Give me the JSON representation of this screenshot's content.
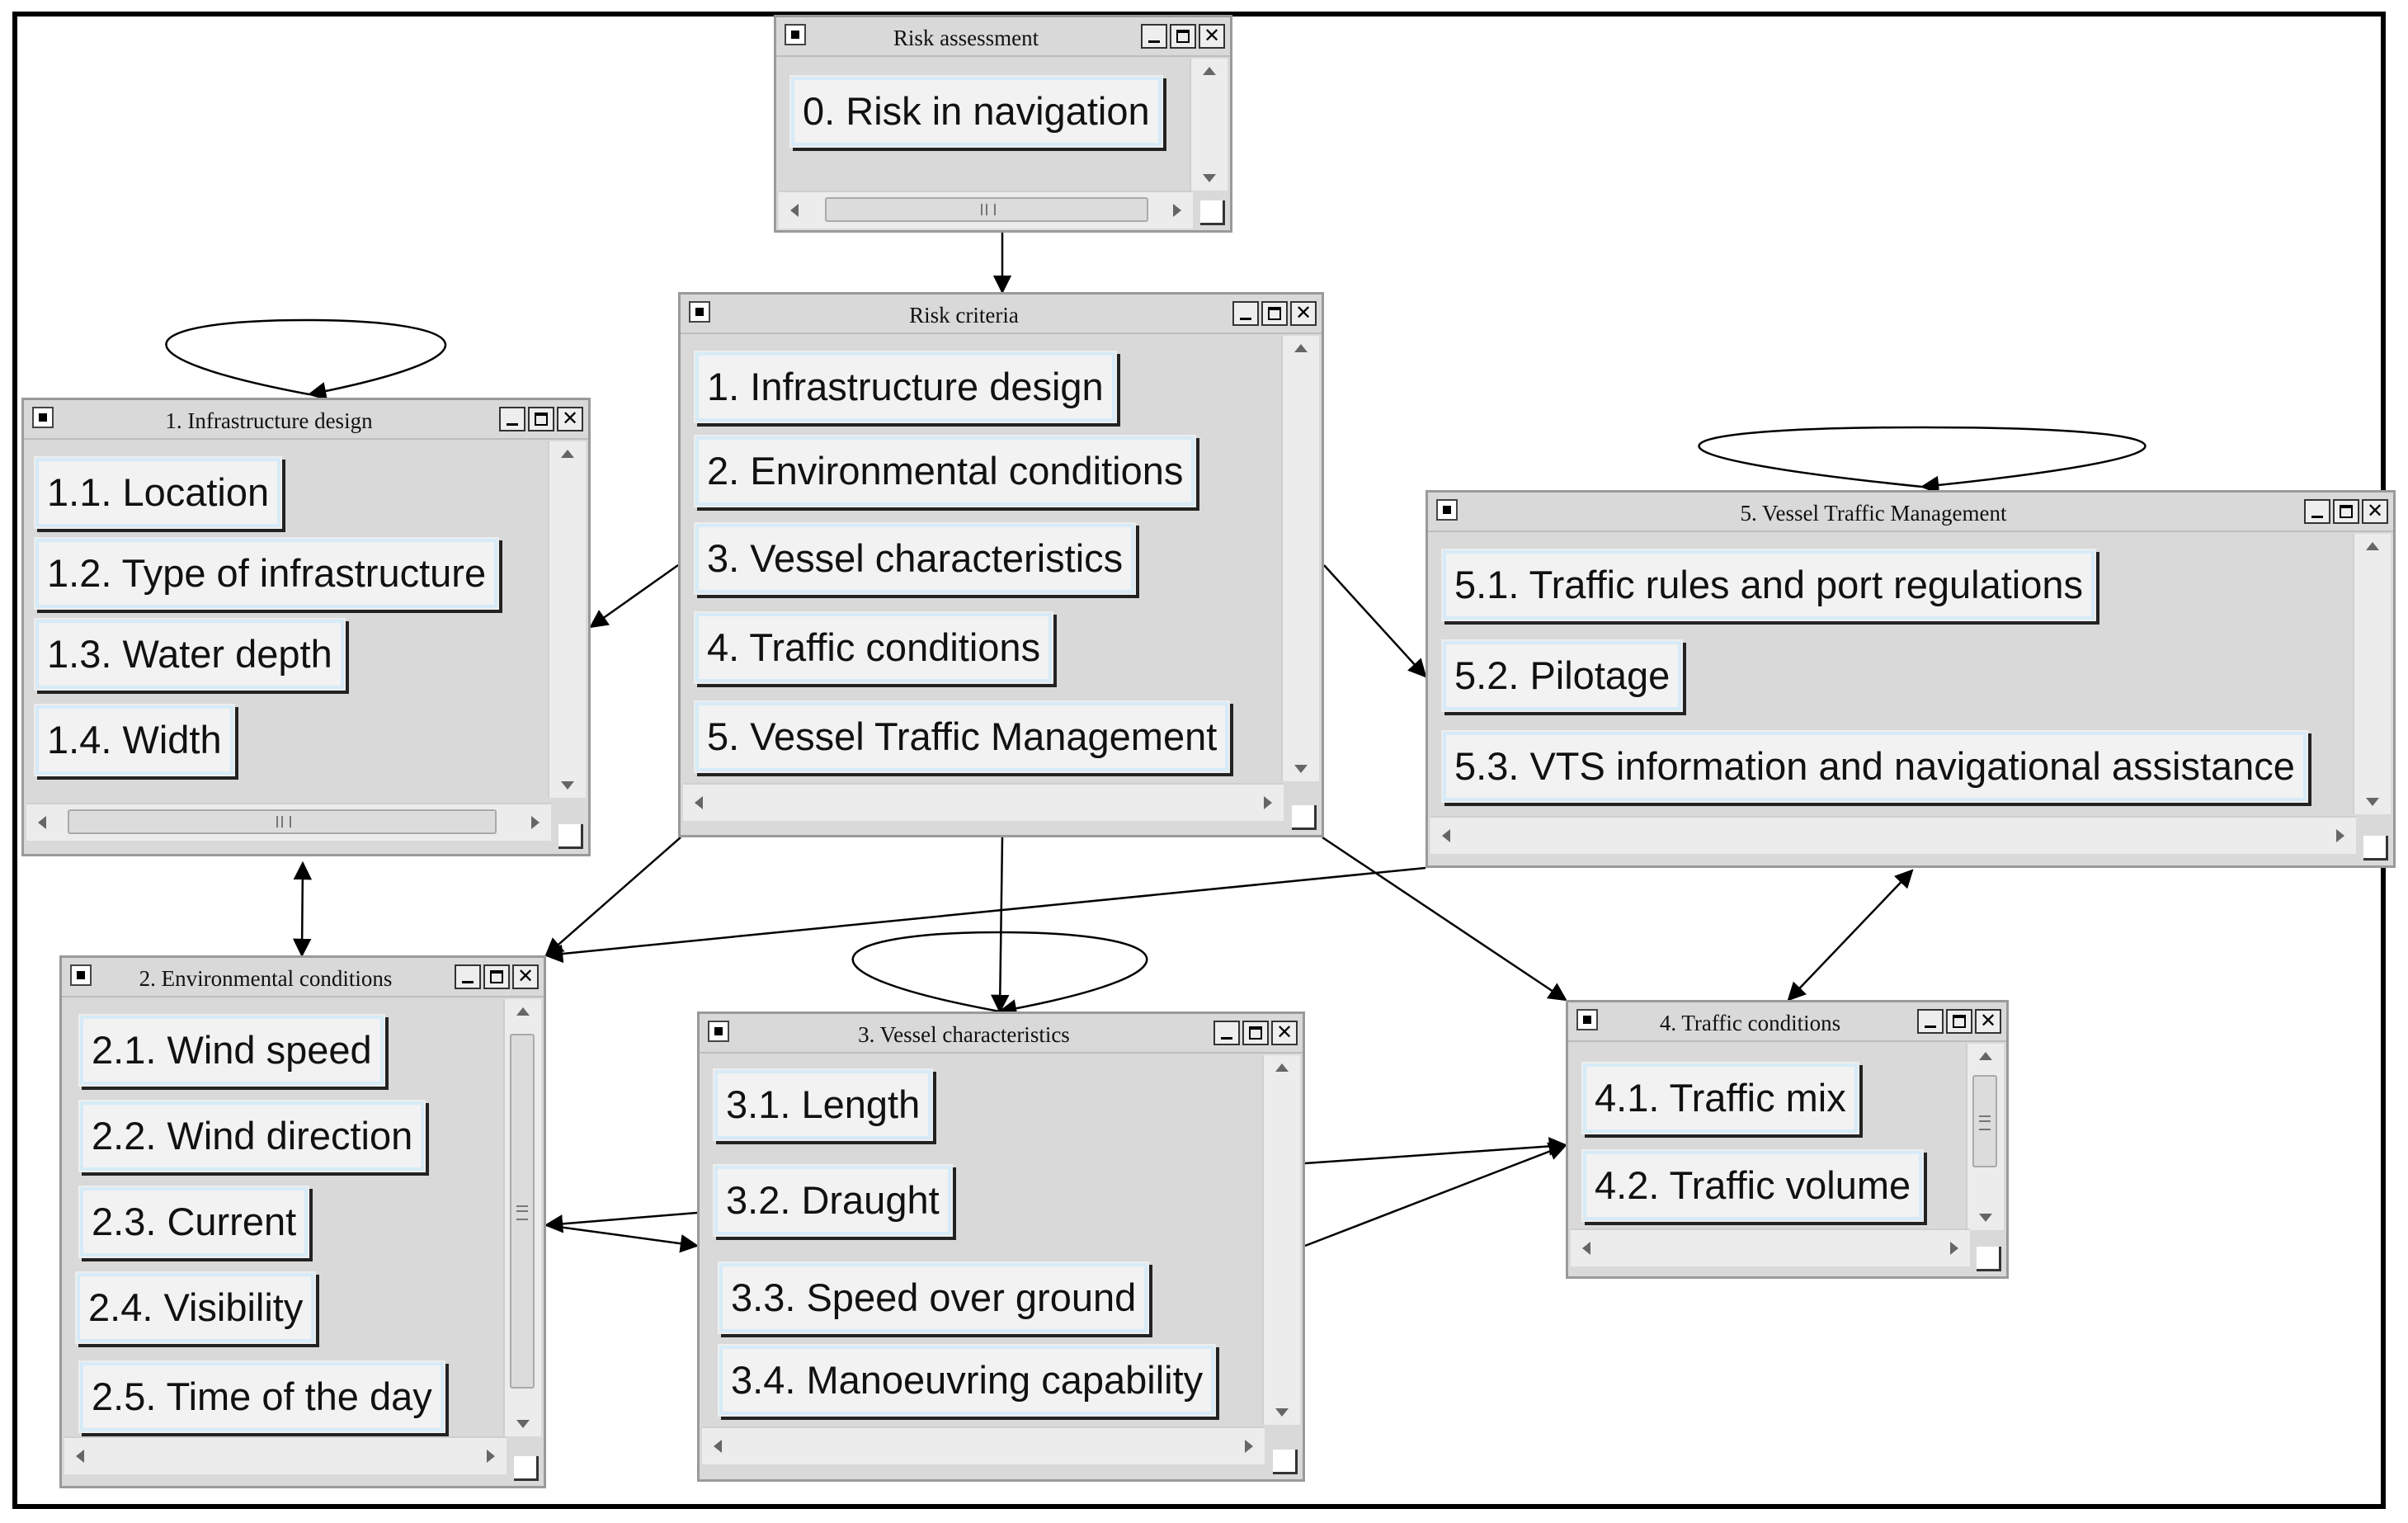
{
  "windows": {
    "risk_assessment": {
      "title": "Risk assessment",
      "nodes": [
        "0. Risk in navigation"
      ]
    },
    "risk_criteria": {
      "title": "Risk criteria",
      "nodes": [
        "1. Infrastructure design",
        "2. Environmental conditions",
        "3. Vessel characteristics",
        "4. Traffic conditions",
        "5. Vessel Traffic Management"
      ]
    },
    "infrastructure": {
      "title": "1. Infrastructure design",
      "nodes": [
        "1.1. Location",
        "1.2. Type of infrastructure",
        "1.3. Water depth",
        "1.4. Width"
      ]
    },
    "environmental": {
      "title": "2. Environmental conditions",
      "nodes": [
        "2.1. Wind speed",
        "2.2. Wind direction",
        "2.3. Current",
        "2.4. Visibility",
        "2.5. Time of the day"
      ]
    },
    "vessel": {
      "title": "3. Vessel characteristics",
      "nodes": [
        "3.1. Length",
        "3.2. Draught",
        "3.3. Speed over ground",
        "3.4. Manoeuvring capability"
      ]
    },
    "traffic": {
      "title": "4. Traffic conditions",
      "nodes": [
        "4.1. Traffic mix",
        "4.2. Traffic volume"
      ]
    },
    "vtm": {
      "title": "5. Vessel Traffic Management",
      "nodes": [
        "5.1. Traffic rules and port regulations",
        "5.2. Pilotage",
        "5.3. VTS information and navigational assistance"
      ]
    }
  },
  "icons": {
    "system_menu": "system-menu-icon",
    "minimize": "minimize-icon",
    "maximize": "maximize-icon",
    "close": "close-icon",
    "close_glyph": "✕"
  }
}
